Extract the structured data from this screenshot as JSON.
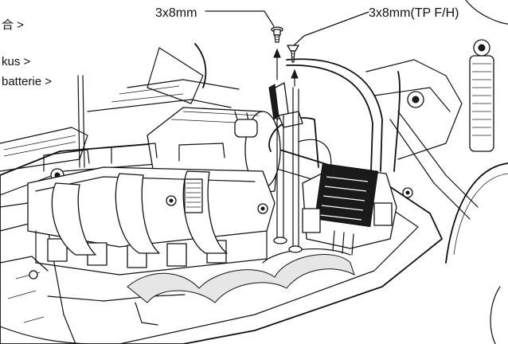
{
  "labels": {
    "screw_a": "3x8mm",
    "screw_b": "3x8mm(TP F/H)",
    "margin_line_1": "合 >",
    "margin_line_2": "kus >",
    "margin_line_3": "batterie >"
  }
}
